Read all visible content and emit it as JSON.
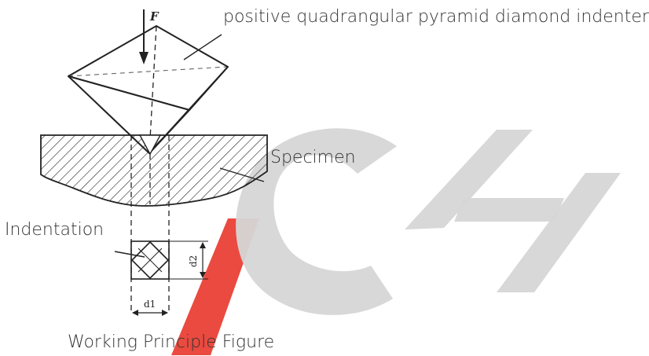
{
  "diagram": {
    "indenter_label": "positive quadrangular pyramid diamond indenter",
    "specimen_label": "Specimen",
    "indentation_label": "Indentation",
    "caption": "Working Principle Figure",
    "force_symbol": "F",
    "dimension_1": "d1",
    "dimension_2": "d2",
    "watermark_text": "CH"
  },
  "colors": {
    "line": "#222222",
    "text": "#333333",
    "watermark_gray": "#d6d6d6",
    "watermark_red": "#e8362a"
  }
}
